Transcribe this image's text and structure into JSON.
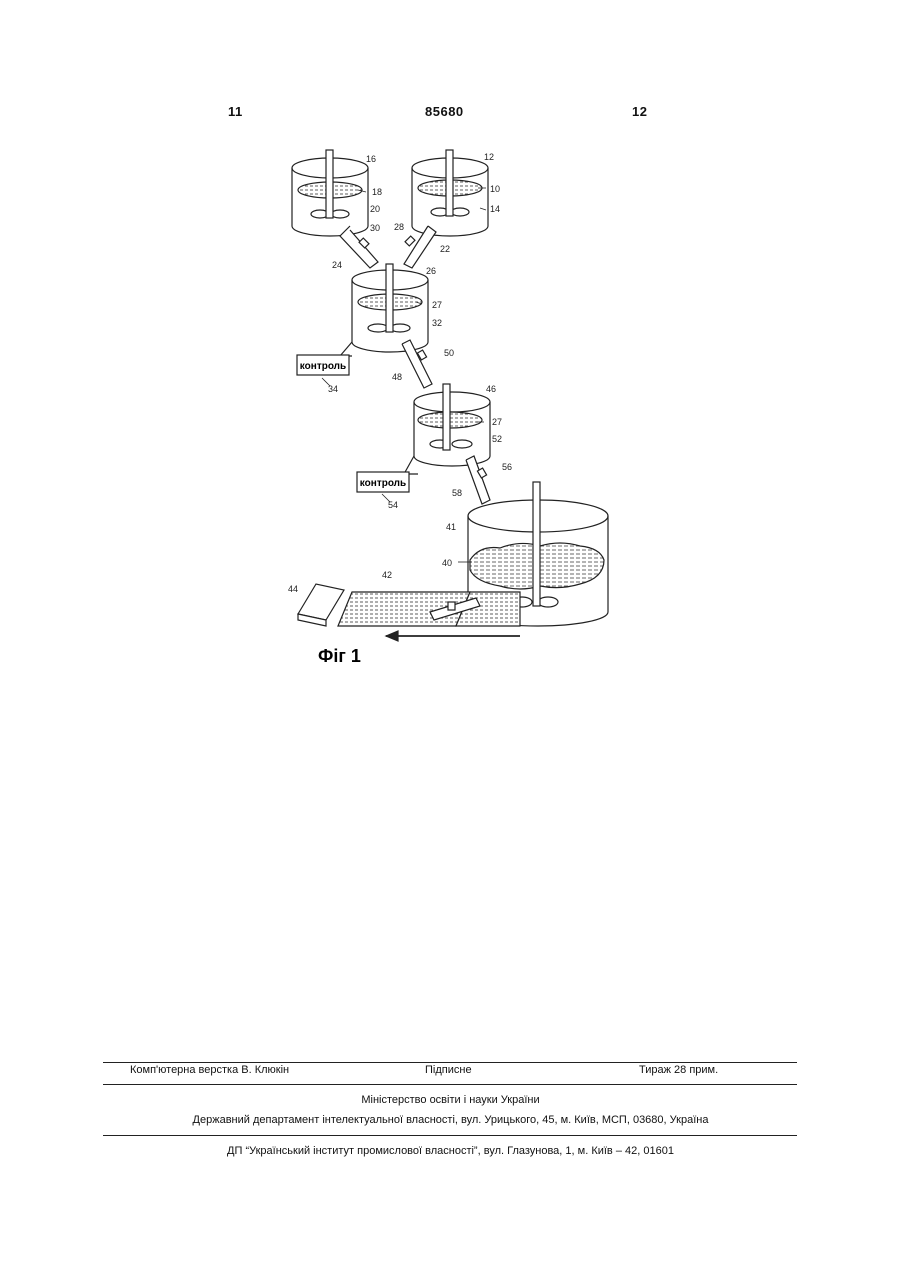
{
  "header": {
    "left_page": "11",
    "patent_number": "85680",
    "right_page": "12"
  },
  "figure": {
    "caption": "Фіг 1",
    "control_box_label": "контроль",
    "labels": [
      "16",
      "18",
      "20",
      "30",
      "24",
      "12",
      "10",
      "14",
      "28",
      "22",
      "26",
      "27",
      "32",
      "50",
      "48",
      "34",
      "46",
      "27",
      "52",
      "56",
      "58",
      "54",
      "41",
      "40",
      "42",
      "44"
    ]
  },
  "footer": {
    "typesetting": "Комп'ютерна верстка В. Клюкін",
    "signed": "Підписне",
    "print_run": "Тираж 28 прим.",
    "ministry": "Міністерство освіти і науки України",
    "department": "Державний департамент інтелектуальної власності, вул. Урицького, 45, м. Київ, МСП, 03680, Україна",
    "institute": "ДП “Український інститут промислової власності”, вул. Глазунова, 1, м. Київ – 42, 01601"
  }
}
